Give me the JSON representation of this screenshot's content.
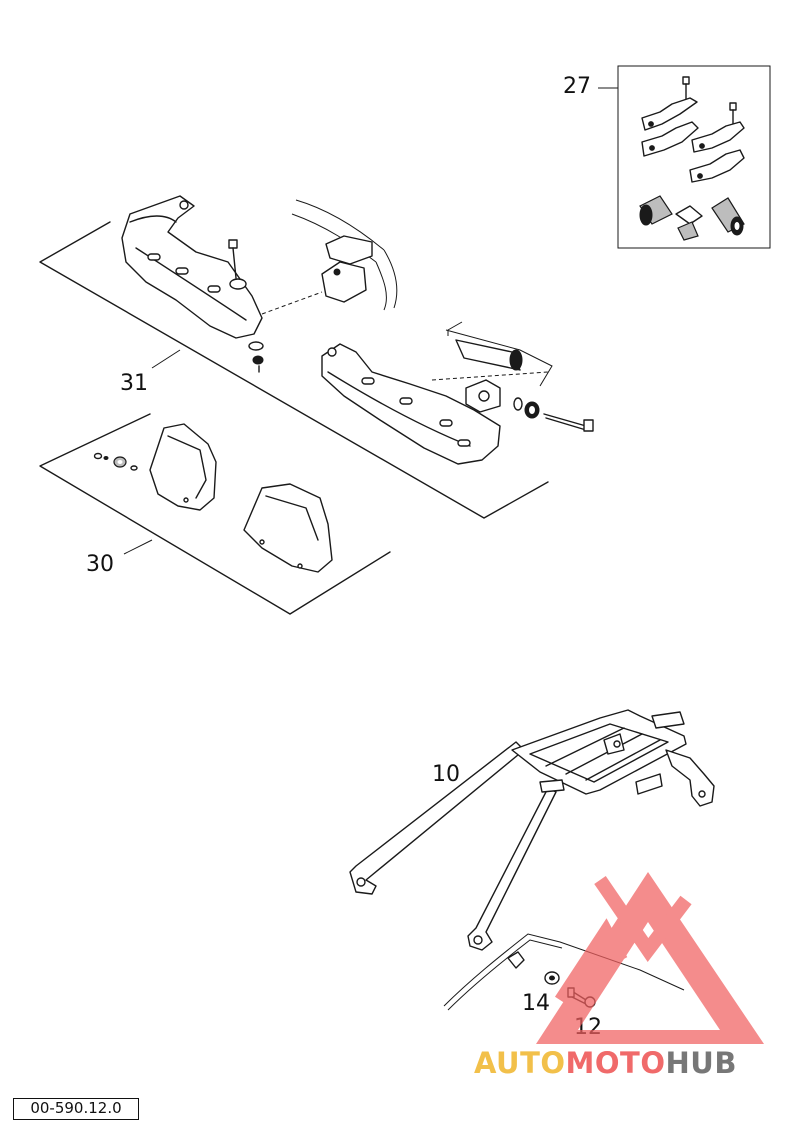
{
  "callouts": {
    "c27": "27",
    "c31": "31",
    "c30": "30",
    "c10": "10",
    "c14": "14",
    "c12": "12"
  },
  "drawing_code": "00-590.12.0",
  "watermark": {
    "logo_icon": "triangle-mountain-icon",
    "part1": "AUTO",
    "part2": "MOTO",
    "part3": "HUB",
    "colors": {
      "auto": "#f2c04a",
      "moto": "#f06a6a",
      "hub": "#777777",
      "triangle": "#f06060"
    }
  }
}
